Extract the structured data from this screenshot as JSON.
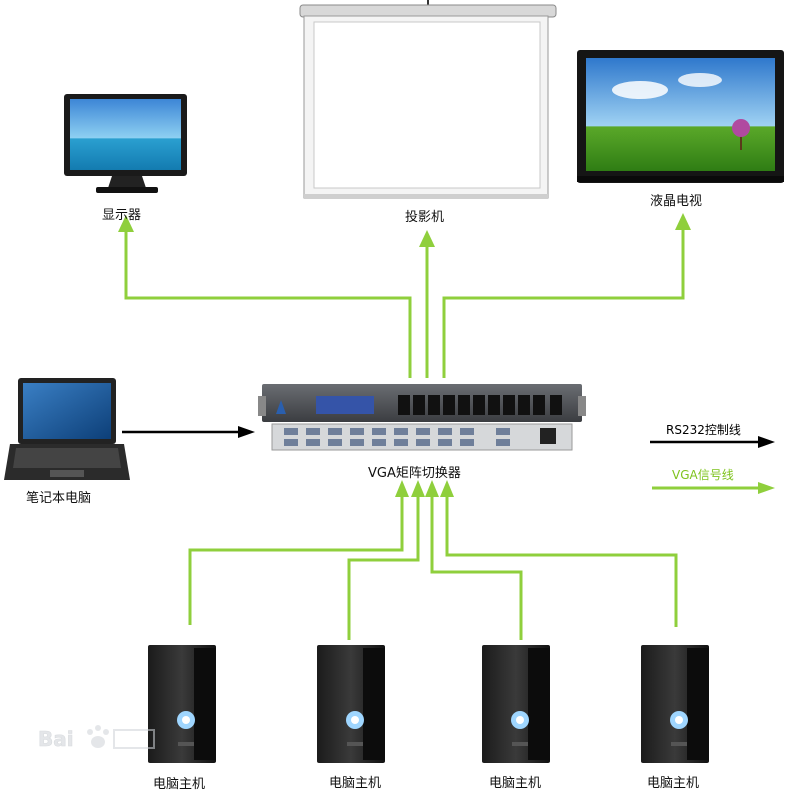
{
  "devices": {
    "monitor_label": "显示器",
    "projector_label": "投影机",
    "lcd_tv_label": "液晶电视",
    "laptop_label": "笔记本电脑",
    "switcher_label": "VGA矩阵切换器",
    "host_labels": [
      "电脑主机",
      "电脑主机",
      "电脑主机",
      "电脑主机"
    ]
  },
  "legend": {
    "rs232_label": "RS232控制线",
    "vga_label": "VGA信号线"
  },
  "colors": {
    "vga_line": "#8fcf3c",
    "rs232_line": "#000000",
    "vga_legend_text": "#7fc31e"
  }
}
